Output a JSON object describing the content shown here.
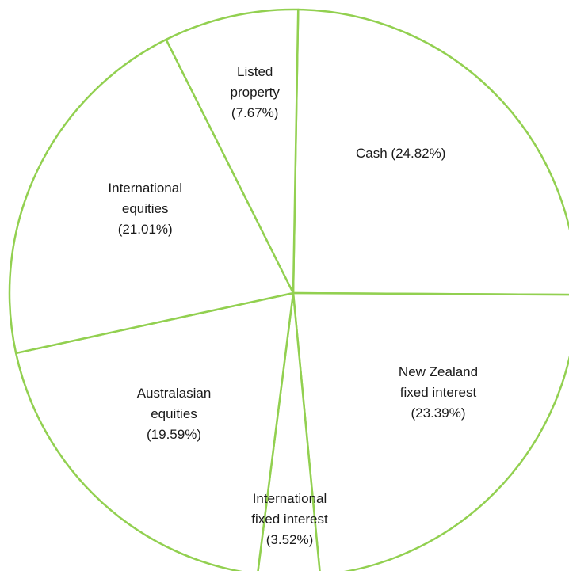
{
  "chart_data": {
    "type": "pie",
    "title": "",
    "colors": {
      "fill": "#ffffff",
      "stroke": "#92d050",
      "text": "#1a1a1a"
    },
    "slices": [
      {
        "name": "Cash",
        "value": 24.82,
        "label_lines": [
          "Cash (24.82%)"
        ]
      },
      {
        "name": "New Zealand fixed interest",
        "value": 23.39,
        "label_lines": [
          "New Zealand",
          "fixed interest",
          "(23.39%)"
        ]
      },
      {
        "name": "International fixed interest",
        "value": 3.52,
        "label_lines": [
          "International",
          "fixed interest",
          "(3.52%)"
        ]
      },
      {
        "name": "Australasian equities",
        "value": 19.59,
        "label_lines": [
          "Australasian",
          "equities",
          "(19.59%)"
        ]
      },
      {
        "name": "International equities",
        "value": 21.01,
        "label_lines": [
          "International",
          "equities",
          "(21.01%)"
        ]
      },
      {
        "name": "Listed property",
        "value": 7.67,
        "label_lines": [
          "Listed",
          "property",
          "(7.67%)"
        ]
      }
    ]
  }
}
